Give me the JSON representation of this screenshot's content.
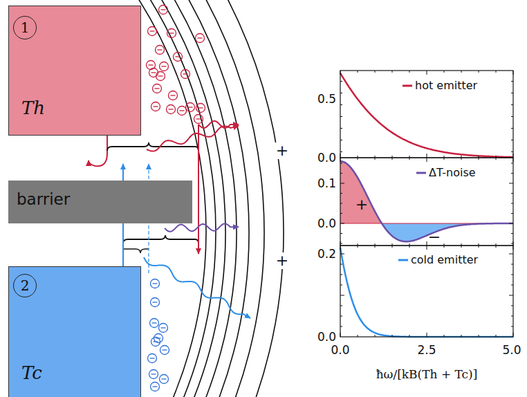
{
  "diagram": {
    "nodes": [
      {
        "text": [
          "Th"
        ]
      },
      {
        "text": [
          "1"
        ],
        "in": 0
      },
      {
        "text": [
          "barrier"
        ]
      },
      {
        "text": [
          "Tc"
        ]
      },
      {
        "text": [
          "2"
        ],
        "in": 3
      }
    ],
    "labels": [
      "+",
      "+",
      "0.5",
      "0.0",
      "0.1",
      "0.0",
      "0.2",
      "0.0",
      "+",
      "−",
      "0.0",
      "2.5",
      "5.0",
      "ħω/[kB(Th + Tc)]"
    ],
    "legend": [
      {
        "text": "hot emitter"
      },
      {
        "text": "ΔT-noise"
      },
      {
        "text": "cold emitter"
      }
    ]
  }
}
